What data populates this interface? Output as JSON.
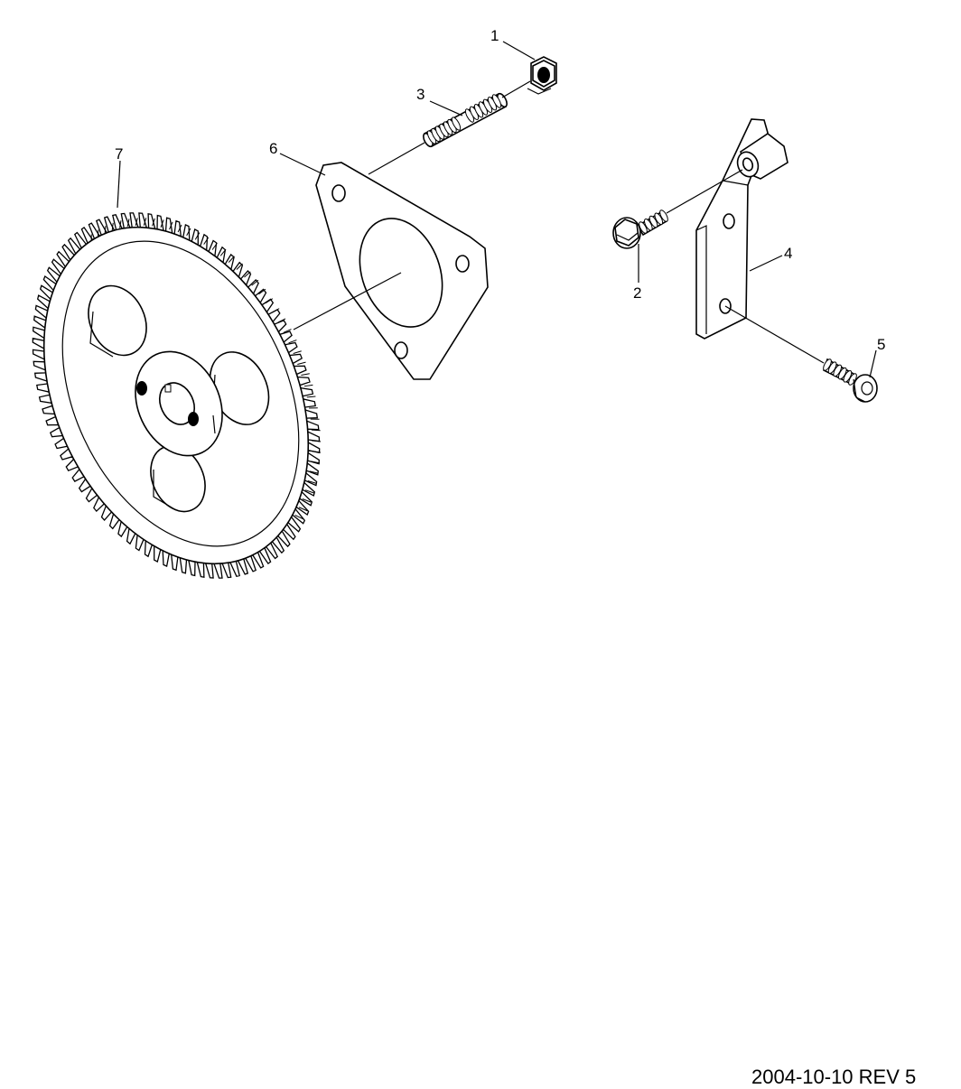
{
  "callouts": {
    "c1": "1",
    "c2": "2",
    "c3": "3",
    "c4": "4",
    "c5": "5",
    "c6": "6",
    "c7": "7"
  },
  "footer": {
    "revision": "2004-10-10 REV 5"
  },
  "gear": {
    "tooth_count": 96
  }
}
